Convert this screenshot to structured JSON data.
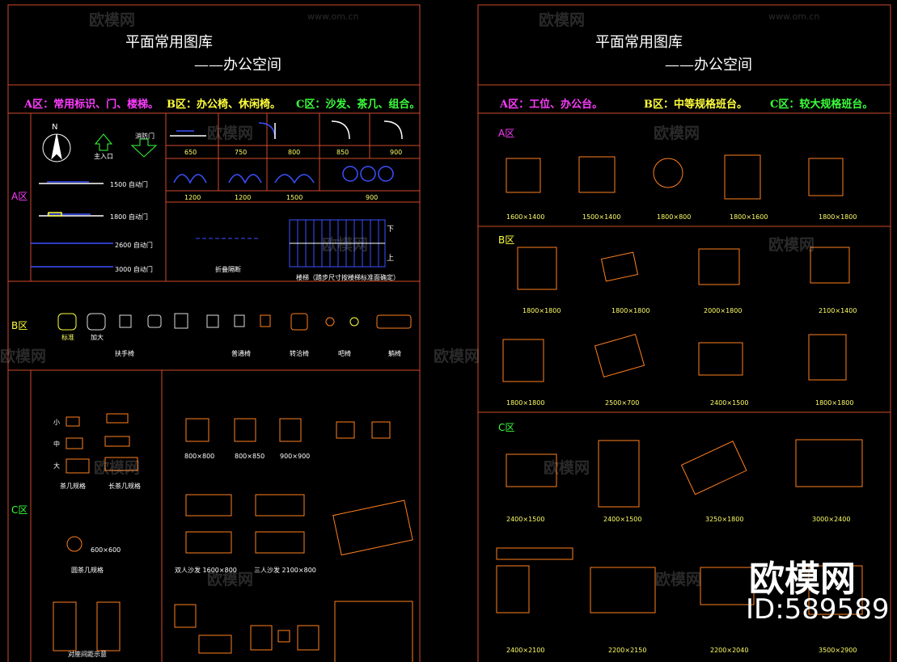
{
  "left_panel": {
    "title": "平面常用图库",
    "subtitle": "——办公空间",
    "zones_header": {
      "a": "A区：常用标识、门、楼梯。",
      "b": "B区：办公椅、休闲椅。",
      "c": "C区：沙发、茶几、组合。"
    },
    "zone_a_label": "A区",
    "zone_b_label": "B区",
    "zone_c_label": "C区",
    "compass_n": "N",
    "entrance_label": "主入口",
    "exit_label": "消防门",
    "doors": [
      "1500 自动门",
      "1800 自动门",
      "2600 自动门",
      "3000 自动门"
    ],
    "door_widths_row1": [
      "650",
      "750",
      "800",
      "850",
      "900"
    ],
    "door_widths_row2": [
      "1200",
      "1200",
      "1500",
      "900"
    ],
    "partition_label": "折叠隔断",
    "stair_label": "楼梯（踏步尺寸按楼梯标准面确定）",
    "stair_up": "上",
    "stair_down": "下",
    "chair_labels": [
      "扶手椅",
      "普通椅",
      "转洽椅",
      "吧椅",
      "躺椅"
    ],
    "chair_sub": [
      "标准",
      "加大"
    ],
    "coffee_sizes": [
      "小",
      "中",
      "大"
    ],
    "coffee_label": "茶几规格",
    "long_coffee_label": "长茶几规格",
    "round_coffee_size": "600×600",
    "round_coffee_label": "圆茶几规格",
    "corner_label": "对座间距示意",
    "sofa_sizes": [
      "800×800",
      "800×850",
      "900×900"
    ],
    "sofa2_label": "双人沙发 1600×800",
    "sofa3_label": "三人沙发 2100×800"
  },
  "right_panel": {
    "title": "平面常用图库",
    "subtitle": "——办公空间",
    "zones_header": {
      "a": "A区：工位、办公台。",
      "b": "B区：中等规格班台。",
      "c": "C区：较大规格班台。"
    },
    "zone_a_label": "A区",
    "zone_b_label": "B区",
    "zone_c_label": "C区",
    "a_sizes": [
      "1600×1400",
      "1500×1400",
      "1800×800",
      "1800×1600",
      "1800×1800"
    ],
    "b_sizes_row1": [
      "1800×1800",
      "1800×1800",
      "2000×1800",
      "2100×1400"
    ],
    "b_sizes_row2": [
      "1800×1800",
      "2500×700",
      "2400×1500",
      "1800×1800"
    ],
    "c_sizes_row1": [
      "2400×1500",
      "2400×1500",
      "3250×1800",
      "3000×2400"
    ],
    "c_sizes_row2": [
      "2400×2100",
      "2200×2150",
      "2200×2040",
      "3500×2900"
    ]
  },
  "watermark": {
    "brand": "欧模网",
    "url": "www.om.cn",
    "id": "ID:589589"
  },
  "colors": {
    "frame": "#d24a2a",
    "furniture": "#ff7f1e",
    "blue": "#3c50ff",
    "magenta": "#ff3cff",
    "yellow": "#ffff3c",
    "green": "#3cff3c"
  }
}
